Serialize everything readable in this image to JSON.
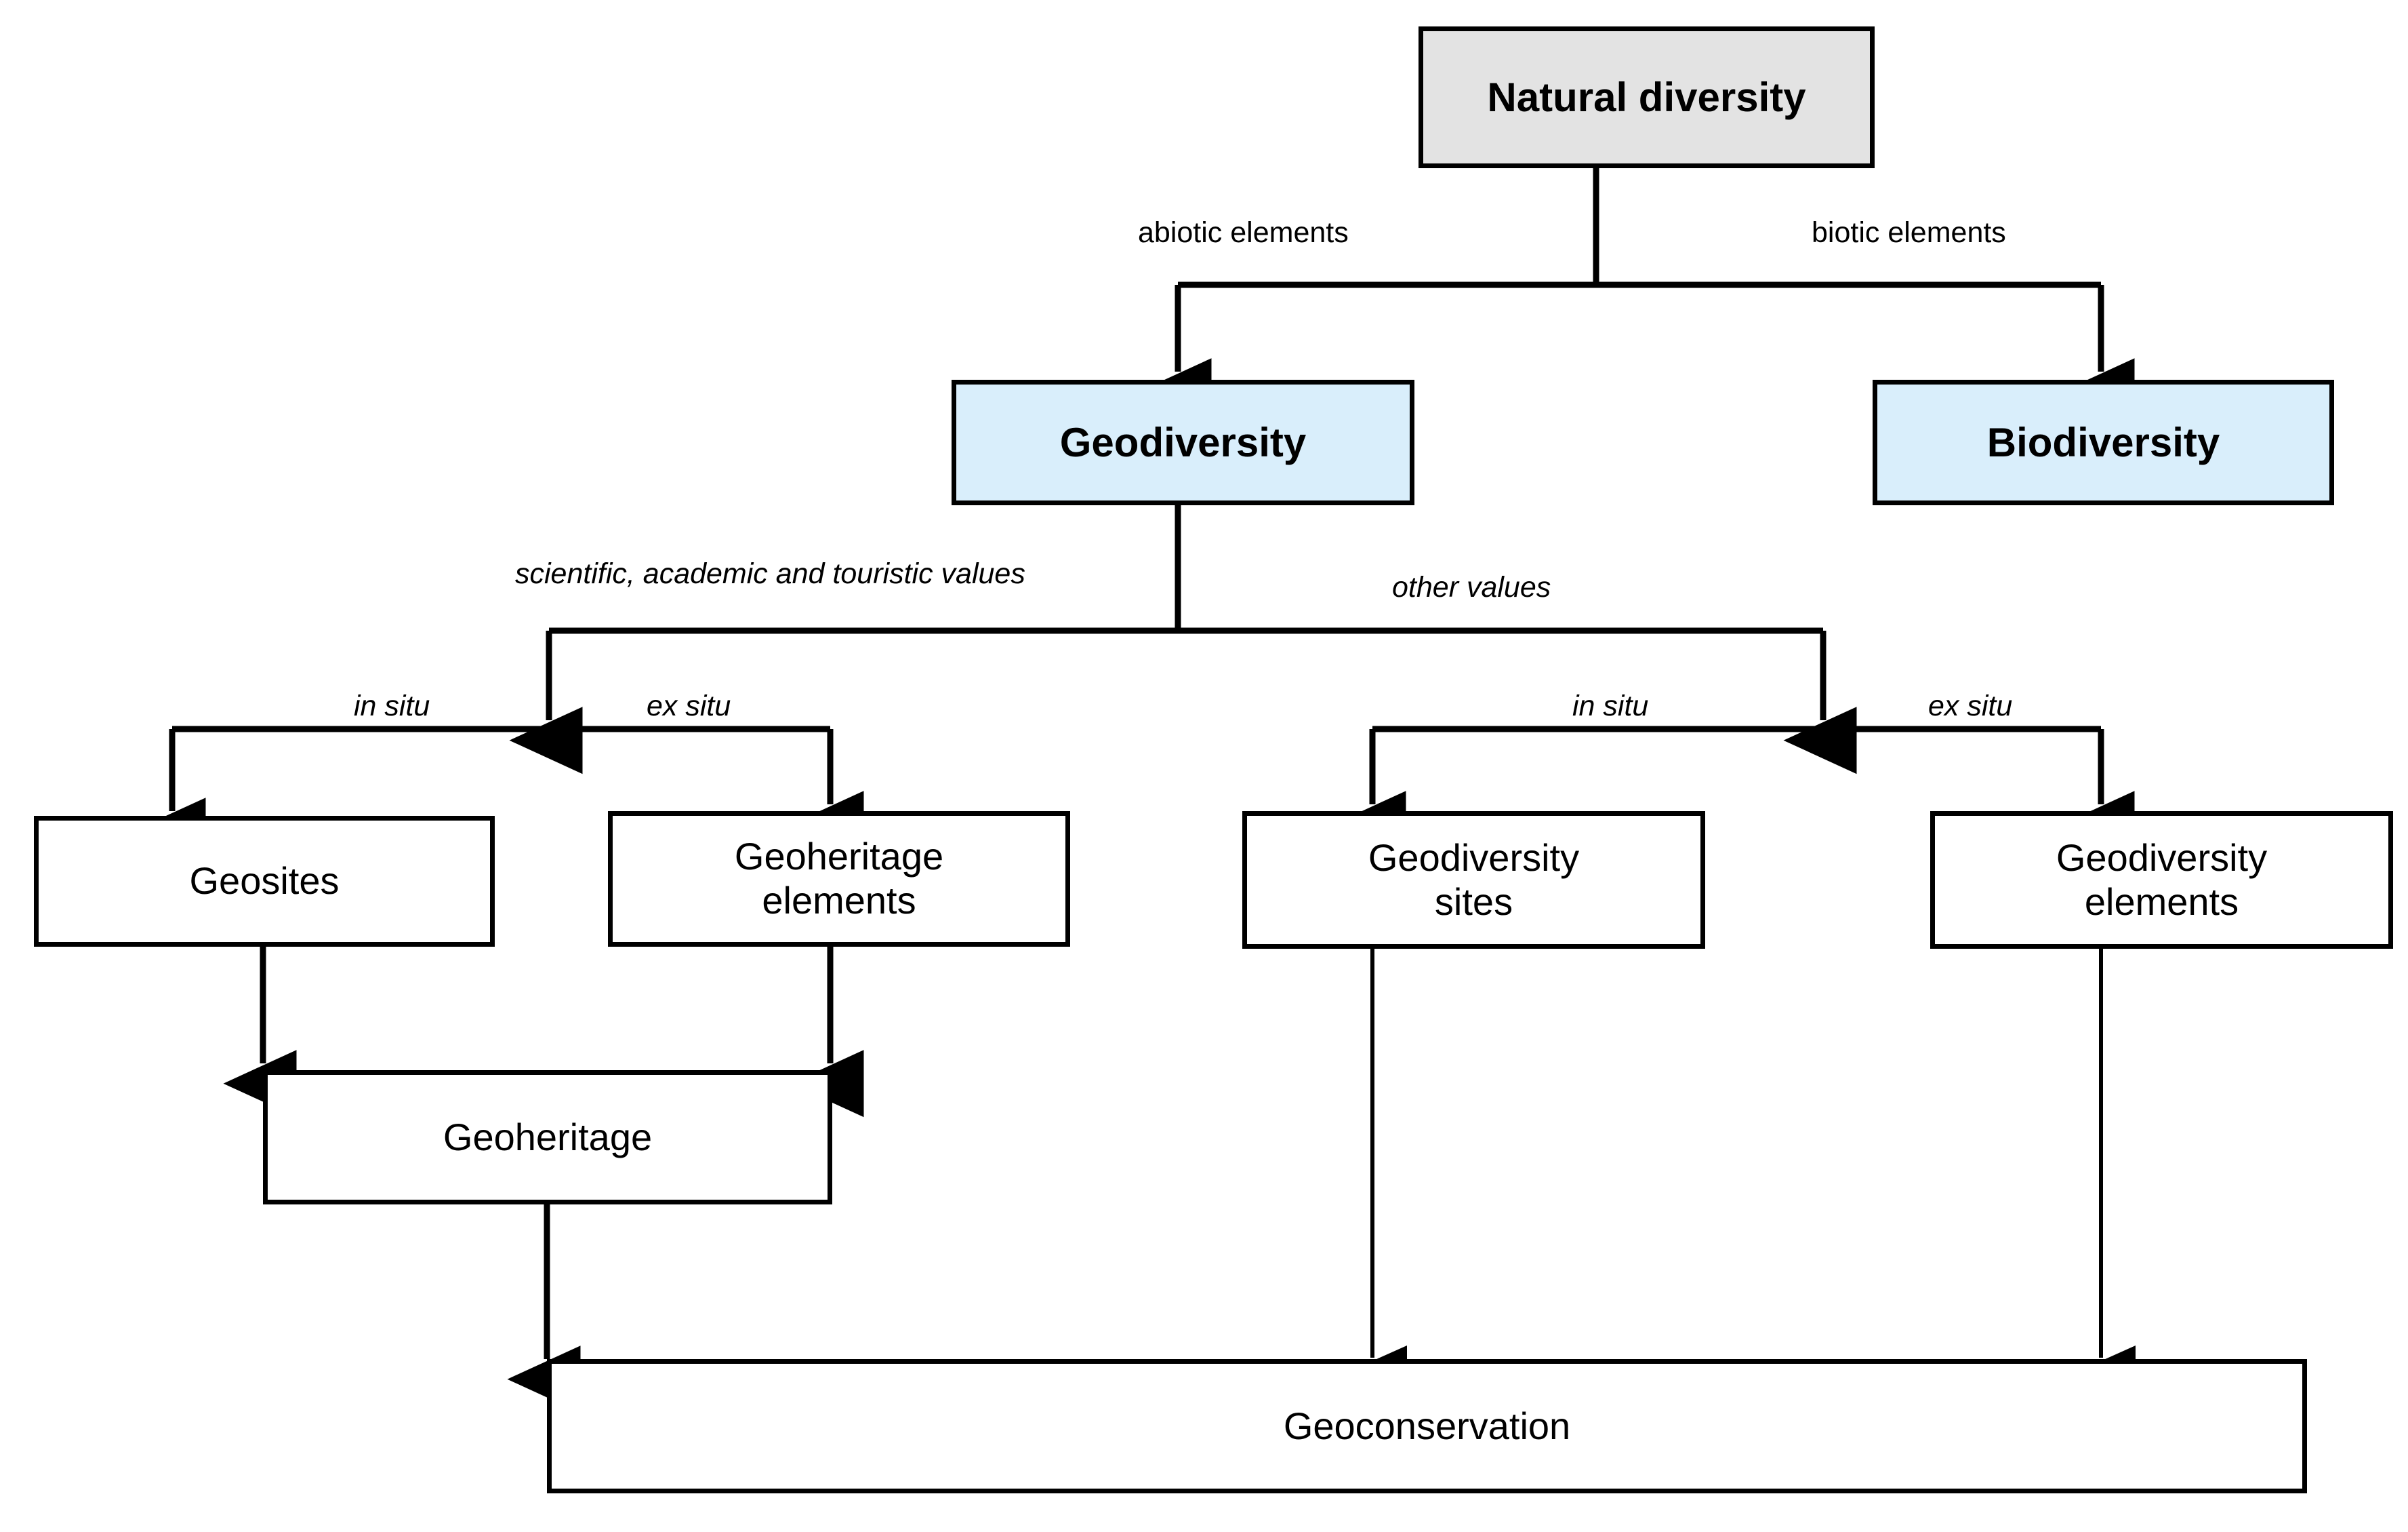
{
  "diagram": {
    "title": "Natural diversity geodiversity and geoconservation concept diagram",
    "colors": {
      "root_fill": "#e3e3e3",
      "level2_fill": "#d9eefb",
      "plain_fill": "#ffffff",
      "stroke": "#000000",
      "background": "#ffffff"
    },
    "nodes": {
      "natural_diversity": "Natural diversity",
      "geodiversity": "Geodiversity",
      "biodiversity": "Biodiversity",
      "geosites": "Geosites",
      "geoheritage_elements": "Geoheritage\nelements",
      "geodiversity_sites": "Geodiversity\nsites",
      "geodiversity_elements": "Geodiversity\nelements",
      "geoheritage": "Geoheritage",
      "geoconservation": "Geoconservation"
    },
    "edge_labels": {
      "abiotic_elements": "abiotic elements",
      "biotic_elements": "biotic elements",
      "scientific_values": "scientific, academic and touristic values",
      "other_values": "other values",
      "in_situ_left": "in situ",
      "ex_situ_left": "ex situ",
      "in_situ_right": "in situ",
      "ex_situ_right": "ex situ"
    }
  }
}
